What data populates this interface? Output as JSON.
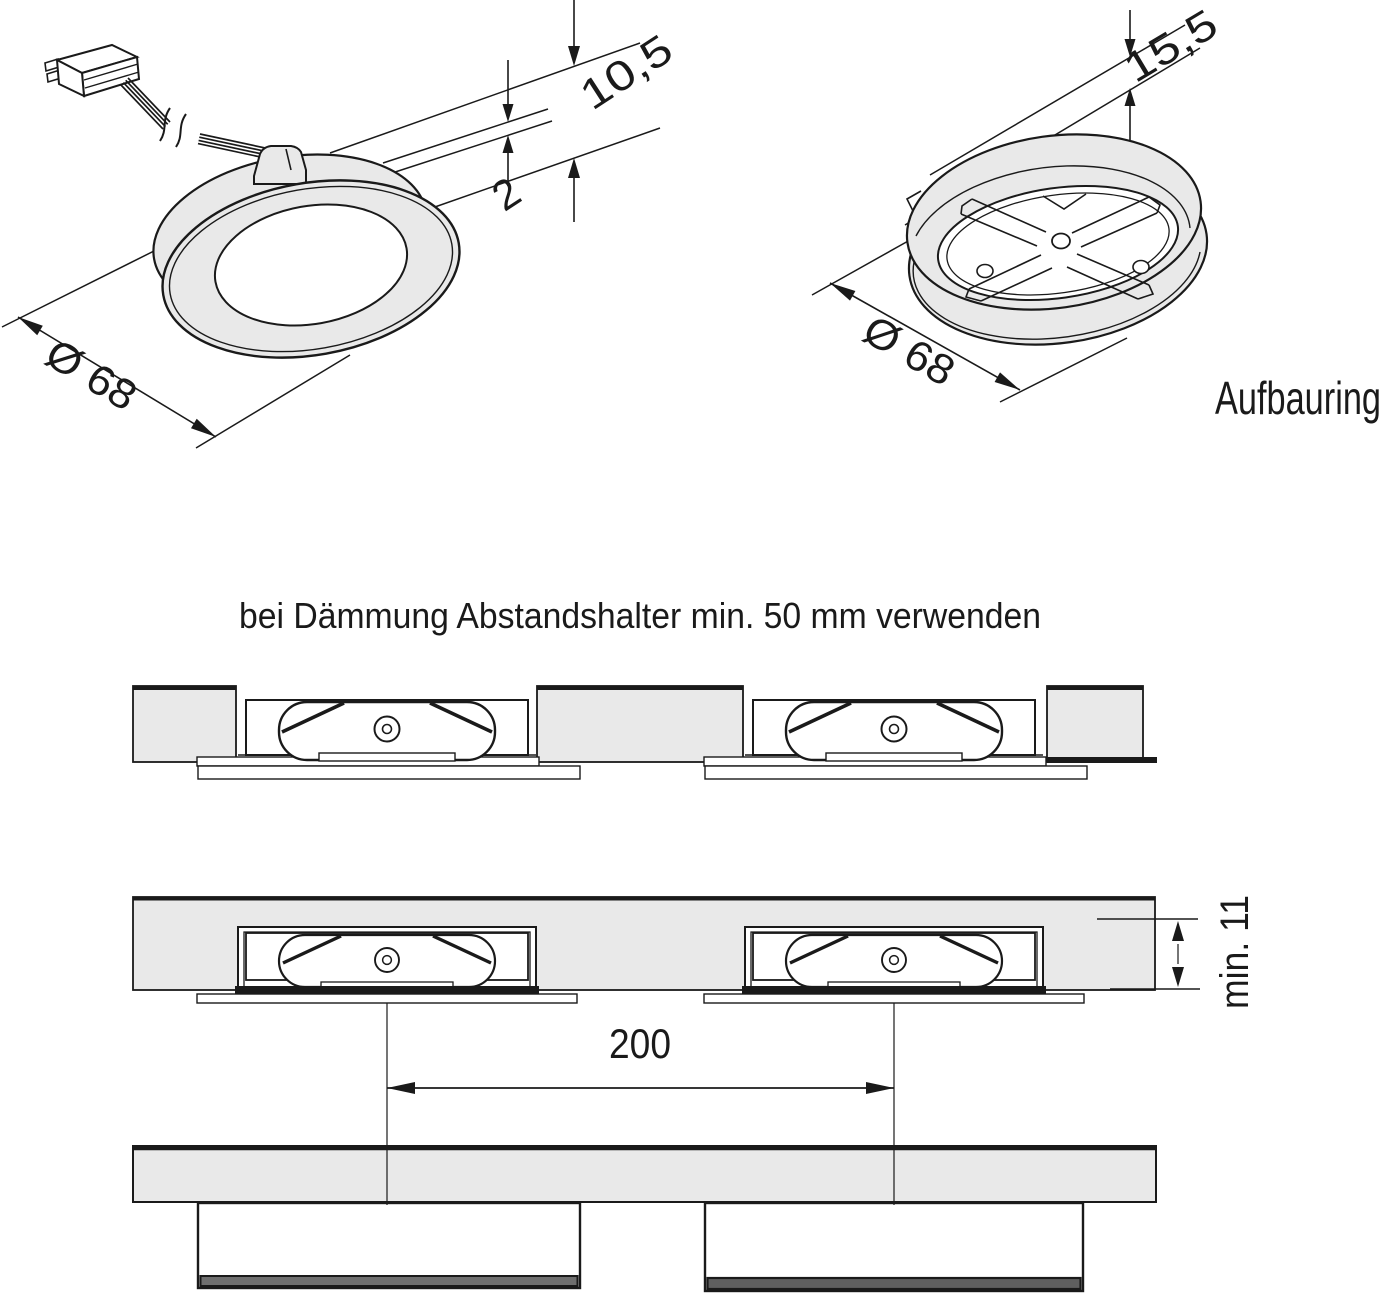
{
  "drawing": {
    "recessed_view": {
      "dim_height": "10,5",
      "dim_rim": "2",
      "dim_diameter": "Ø 68"
    },
    "ring_view": {
      "dim_height": "15,5",
      "dim_diameter": "Ø 68",
      "label": "Aufbauring"
    },
    "note": "bei Dämmung Abstandshalter min. 50 mm verwenden",
    "installation": {
      "spacing": "200",
      "min_thickness": "min. 11"
    }
  },
  "colors": {
    "line": "#1a1a1a",
    "panel_fill": "#e9e9e9",
    "band_dark": "#5f5f5f",
    "background": "#ffffff"
  }
}
